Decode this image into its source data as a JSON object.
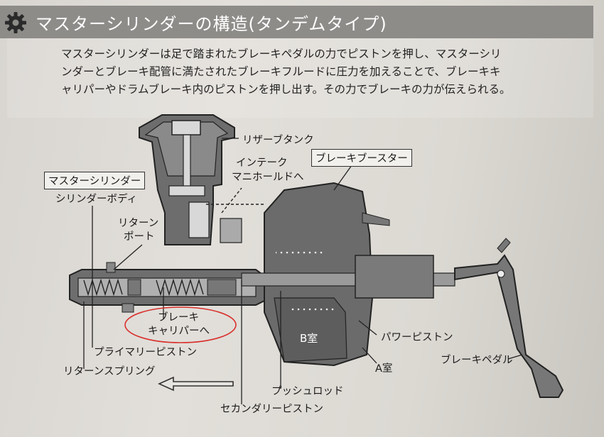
{
  "header": {
    "title": "マスターシリンダーの構造(タンデムタイプ)",
    "icon": "gear-icon"
  },
  "intro": {
    "lines": [
      "マスターシリンダーは足で踏まれたブレーキペダルの力でピストンを押し、マスターシリ",
      "ンダーとブレーキ配管に満たされたブレーキフルードに圧力を加えることで、ブレーキキ",
      "ャリパーやドラムブレーキ内のピストンを押し出す。その力でブレーキの力が伝えられる。"
    ]
  },
  "labels": {
    "reservoir_tank": "リザーブタンク",
    "intake_1": "インテーク",
    "intake_2": "マニホールドへ",
    "brake_booster": "ブレーキブースター",
    "master_cylinder": "マスターシリンダー",
    "cylinder_body": "シリンダーボディ",
    "return_port_1": "リターン",
    "return_port_2": "ポート",
    "caliper_1": "ブレーキ",
    "caliper_2": "キャリパーへ",
    "primary_piston": "プライマリーピストン",
    "return_spring": "リターンスプリング",
    "b_chamber": "B室",
    "power_piston": "パワーピストン",
    "a_chamber": "A室",
    "brake_pedal": "ブレーキペダル",
    "push_rod": "プッシュロッド",
    "secondary_piston": "セカンダリーピストン"
  },
  "colors": {
    "header_bg": "#8e8c89",
    "ink": "#1e1e1e",
    "fill_dark": "#6a6a6a",
    "annotation_circle": "#d9302c"
  }
}
